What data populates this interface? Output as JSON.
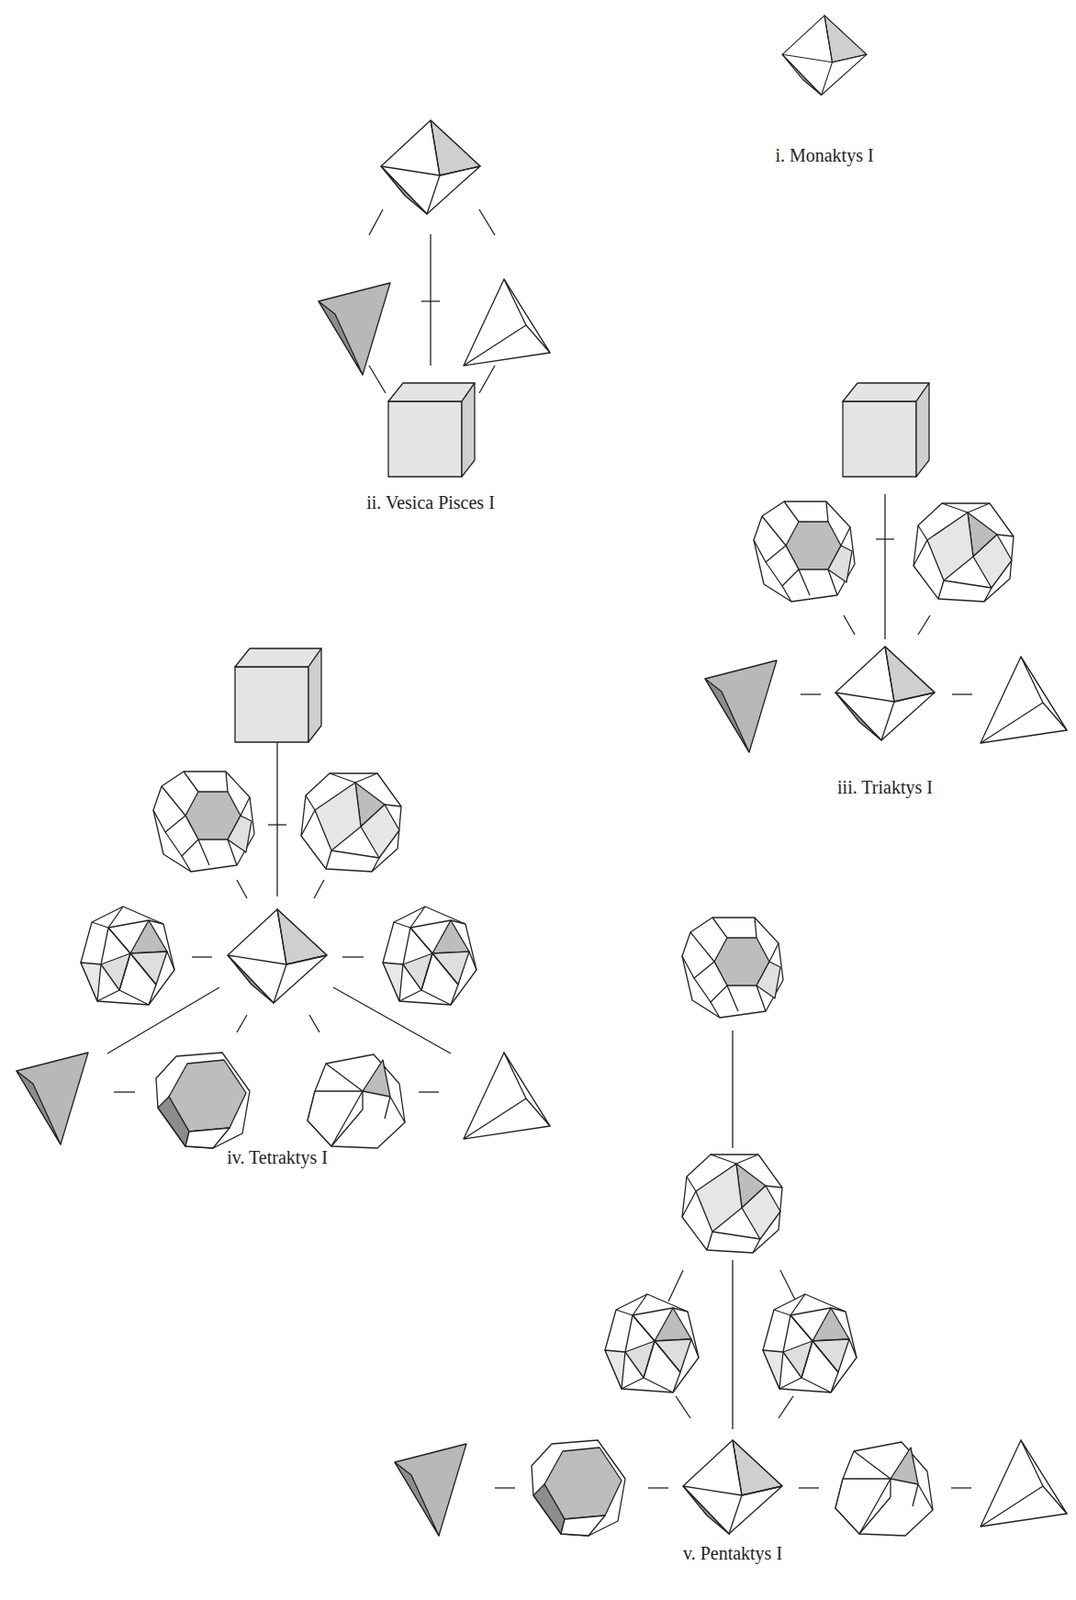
{
  "diagram": {
    "labels": [
      "i. Monaktys I",
      "ii. Vesica Pisces I",
      "iii. Triaktys I",
      "iv. Tetraktys I",
      "v. Pentaktys I"
    ]
  }
}
